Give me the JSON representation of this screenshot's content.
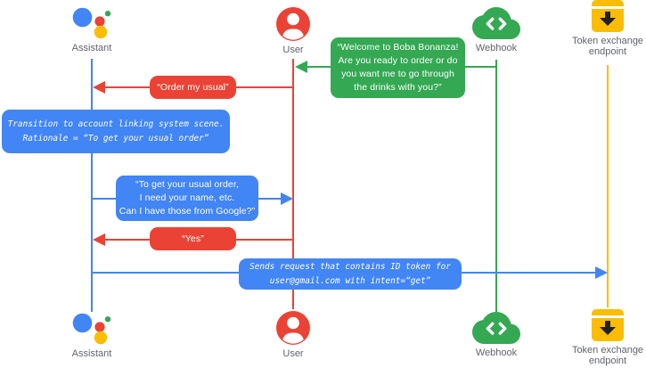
{
  "colors": {
    "blue": "#4285F4",
    "red": "#EA4335",
    "green": "#34A853",
    "yellow": "#FBBC04",
    "label_gray": "#5F6368",
    "arrow_dark": "#202124"
  },
  "actors": [
    {
      "id": "assistant",
      "label": "Assistant",
      "icon": "google-assistant-icon"
    },
    {
      "id": "user",
      "label": "User",
      "icon": "user-icon"
    },
    {
      "id": "webhook",
      "label": "Webhook",
      "icon": "cloud-code-icon"
    },
    {
      "id": "token_endpoint",
      "label": "Token exchange endpoint",
      "icon": "token-endpoint-icon"
    }
  ],
  "messages": [
    {
      "id": "welcome",
      "from": "webhook",
      "to": "user",
      "kind": "speech",
      "color": "green",
      "text": "“Welcome to Boba Bonanza!\nAre you ready to order or do\nyou want me to go through\nthe drinks with you?”"
    },
    {
      "id": "order_usual",
      "from": "user",
      "to": "assistant",
      "kind": "speech",
      "color": "red",
      "text": "“Order my usual”"
    },
    {
      "id": "transition_note",
      "from": "assistant",
      "to": "assistant",
      "kind": "code",
      "color": "blue",
      "text": "Transition to account linking system scene.\nRationale = “To get your usual order”"
    },
    {
      "id": "ask_permission",
      "from": "assistant",
      "to": "user",
      "kind": "speech",
      "color": "blue",
      "text": "“To get your usual order,\nI need your name, etc.\nCan I have those from Google?”"
    },
    {
      "id": "yes",
      "from": "user",
      "to": "assistant",
      "kind": "speech",
      "color": "red",
      "text": "“Yes”"
    },
    {
      "id": "send_request",
      "from": "assistant",
      "to": "token_endpoint",
      "kind": "code",
      "color": "blue",
      "text": "Sends request that contains ID token for\nuser@gmail.com with intent=“get”"
    }
  ]
}
